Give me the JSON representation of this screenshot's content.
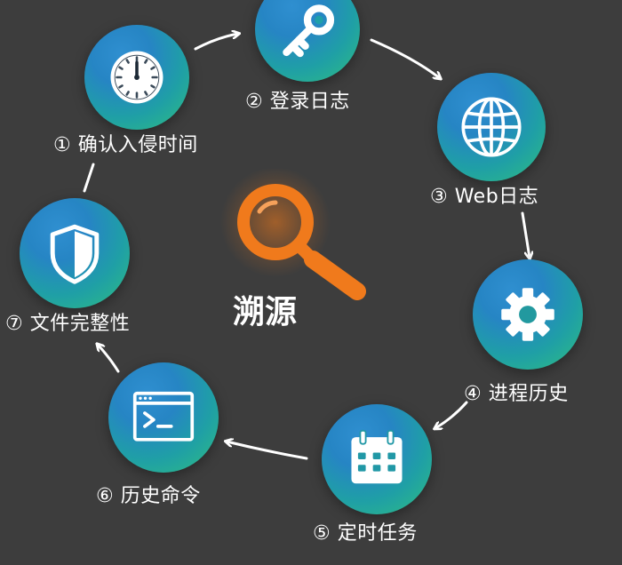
{
  "center": {
    "title": "溯源",
    "icon": "magnifier-icon",
    "accent_color": "#f07a1c"
  },
  "steps": [
    {
      "label": "① 确认入侵时间",
      "icon": "clock-icon"
    },
    {
      "label": "② 登录日志",
      "icon": "key-icon"
    },
    {
      "label": "③ Web日志",
      "icon": "globe-icon"
    },
    {
      "label": "④ 进程历史",
      "icon": "gear-icon"
    },
    {
      "label": "⑤ 定时任务",
      "icon": "calendar-icon"
    },
    {
      "label": "⑥ 历史命令",
      "icon": "terminal-icon"
    },
    {
      "label": "⑦ 文件完整性",
      "icon": "shield-icon"
    }
  ],
  "colors": {
    "background": "#3d3d3d",
    "node_gradient_top": "#2685c4",
    "node_gradient_bottom": "#2fbf7f",
    "arrow": "#ffffff"
  }
}
